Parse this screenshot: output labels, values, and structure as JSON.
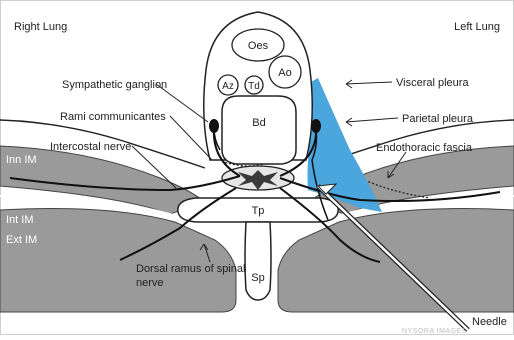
{
  "labels": {
    "right_lung": "Right Lung",
    "left_lung": "Left Lung",
    "oes": "Oes",
    "ao": "Ao",
    "az": "Az",
    "td": "Td",
    "bd": "Bd",
    "tp": "Tp",
    "sp": "Sp",
    "sympathetic_ganglion": "Sympathetic ganglion",
    "rami_communicantes": "Rami communicantes",
    "intercostal_nerve": "Intercostal nerve",
    "inn_im": "Inn IM",
    "int_im": "Int IM",
    "ext_im": "Ext IM",
    "dorsal_ramus_line1": "Dorsal ramus of spinal",
    "dorsal_ramus_line2": "nerve",
    "visceral_pleura": "Visceral pleura",
    "parietal_pleura": "Parietal pleura",
    "endothoracic_fascia": "Endothoracic fascia",
    "needle": "Needle"
  },
  "watermark": "NYSORA IMAGES",
  "colors": {
    "muscle": "#9a9a9a",
    "muscle_dark": "#7f7f7f",
    "injectate": "#4aa6dc",
    "outline": "#222222",
    "bone_fill": "#ffffff",
    "cord": "#3a3a3a"
  }
}
